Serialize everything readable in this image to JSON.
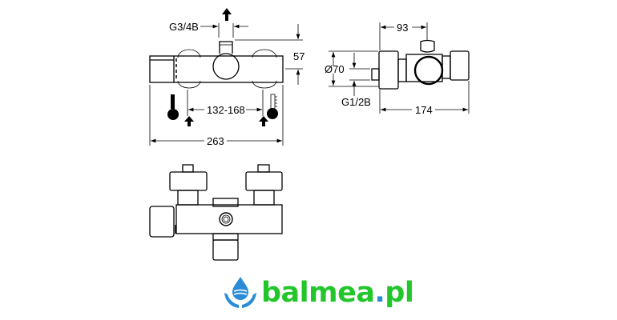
{
  "drawing": {
    "front_view": {
      "outlet_thread": "G3/4B",
      "height_dim": "57",
      "inlet_spacing": "132-168",
      "overall_width": "263"
    },
    "side_view": {
      "depth_to_outlet": "93",
      "diameter": "Ø70",
      "inlet_thread": "G1/2B",
      "overall_depth": "174"
    }
  },
  "logo": {
    "name": "balmea",
    "dot": ".",
    "tld": "pl",
    "colors": {
      "green": "#22c62b",
      "blue": "#2a8cd6"
    }
  }
}
